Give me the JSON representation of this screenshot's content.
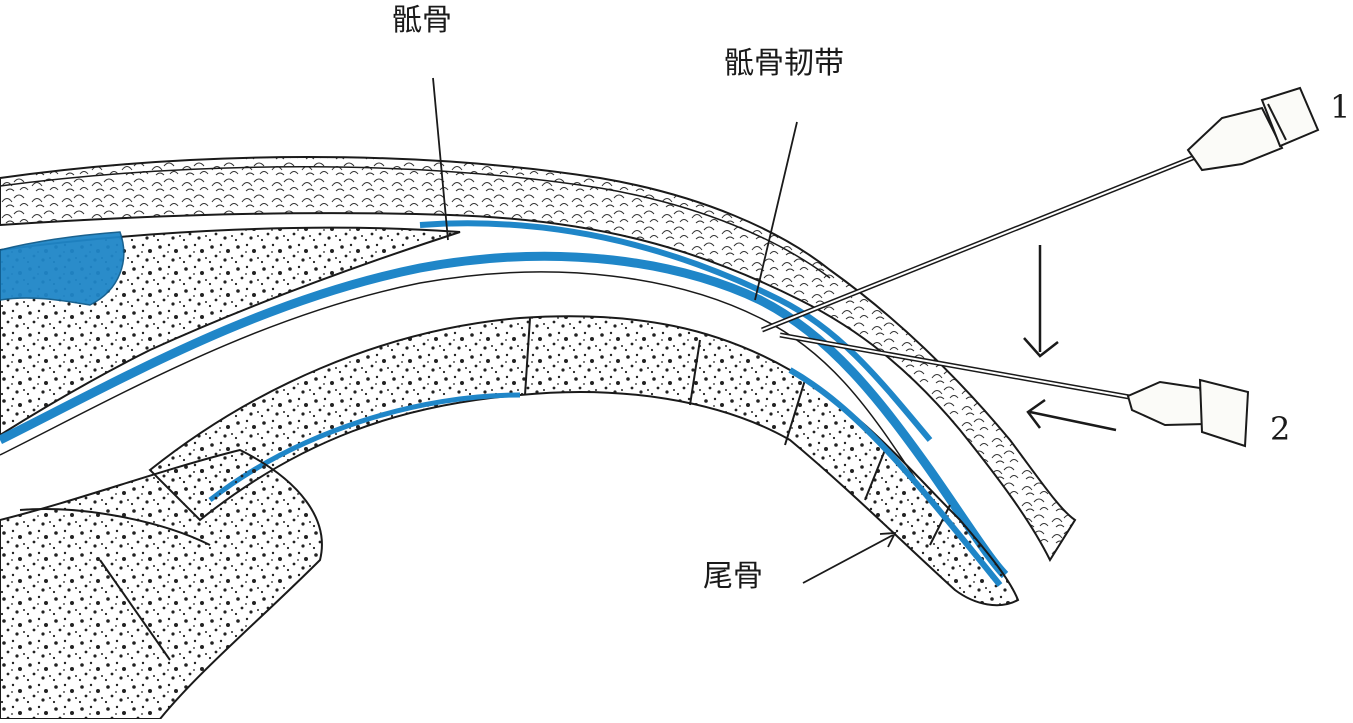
{
  "labels": {
    "sacrum": "骶骨",
    "sacrococcygeal_ligament": "骶骨韧带",
    "coccyx": "尾骨",
    "needle_1": "1",
    "needle_2": "2"
  },
  "colors": {
    "nerve_blue": "#1f86c8",
    "ink": "#1a1a1a",
    "bone_fill": "#fbfbf8",
    "background": "#ffffff"
  }
}
